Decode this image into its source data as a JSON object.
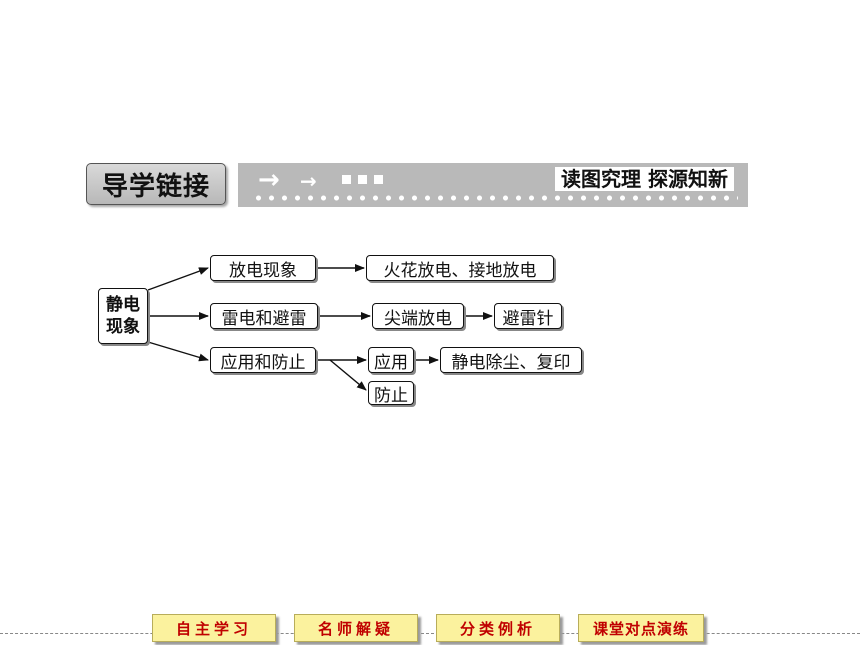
{
  "header": {
    "label": "导学链接",
    "slogan": "读图究理  探源知新"
  },
  "diagram": {
    "root": {
      "line1": "静电",
      "line2": "现象"
    },
    "branch1": {
      "label": "放电现象",
      "child": "火花放电、接地放电"
    },
    "branch2": {
      "label": "雷电和避雷",
      "child": "尖端放电",
      "grandchild": "避雷针"
    },
    "branch3": {
      "label": "应用和防止",
      "child_a": "应用",
      "grandchild_a": "静电除尘、复印",
      "child_b": "防止"
    }
  },
  "nav": {
    "items": [
      "自主学习",
      "名师解疑",
      "分类例析",
      "课堂对点演练"
    ]
  },
  "colors": {
    "header_bar": "#b9b9b9",
    "nav_bg": "#fbf29e",
    "nav_text": "#c00000"
  }
}
